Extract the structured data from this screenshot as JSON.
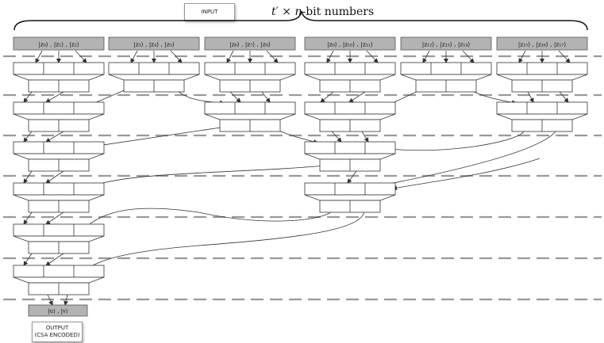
{
  "input_label": "INPUT",
  "title": {
    "var": "t′",
    "times": " × ",
    "n": "n",
    "rest": "-bit numbers"
  },
  "output_label_1": "OUTPUT",
  "output_label_2": "(CSA ENCODED)",
  "inputs": [
    "|z₀⟩ , |z₁⟩ , |z₂⟩",
    "|z₃⟩ , |z₄⟩ , |z₅⟩",
    "|z₆⟩ , |z₇⟩ , |z₈⟩",
    "|z₉⟩ , |z₁₀⟩ , |z₁₁⟩",
    "|z₁₂⟩ , |z₁₃⟩ , |z₁₄⟩",
    "|z₁₅⟩ , |z₁₆⟩ , |z₁₇⟩"
  ],
  "output_text": "|u⟩ , |v⟩",
  "colors": {
    "input_fill": "#b3b3b3",
    "dash": "#999999",
    "line": "#333333"
  }
}
